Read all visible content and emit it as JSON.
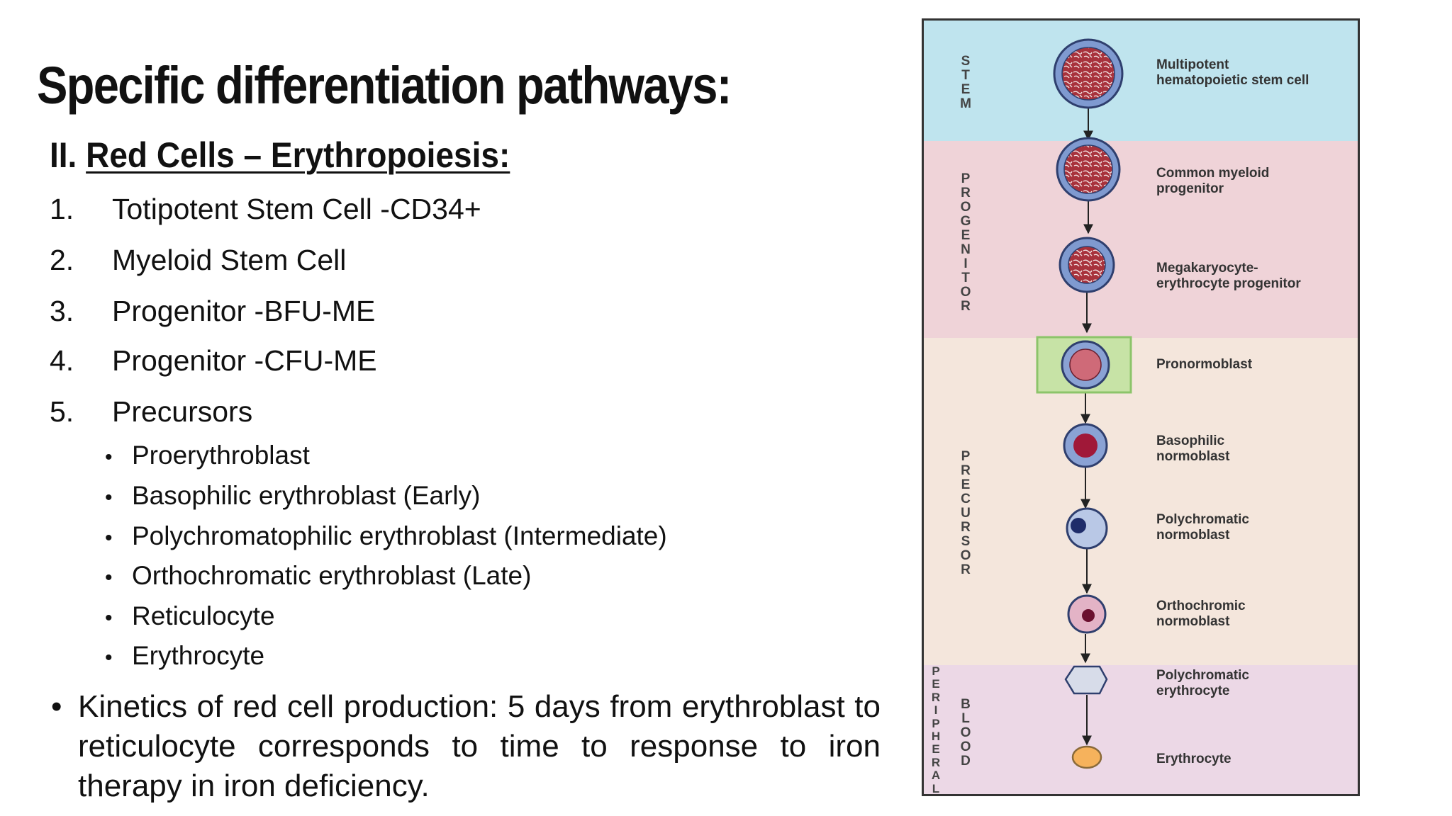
{
  "slide": {
    "title": "Specific differentiation pathways:",
    "subtitle_prefix": "II. ",
    "subtitle": "Red Cells – Erythropoiesis:",
    "numbered": [
      {
        "n": "1.",
        "text": "Totipotent Stem Cell -CD34+"
      },
      {
        "n": "2.",
        "text": "Myeloid Stem Cell"
      },
      {
        "n": "3.",
        "text": "Progenitor -BFU-ME"
      },
      {
        "n": "4.",
        "text": "Progenitor -CFU-ME"
      },
      {
        "n": "5.",
        "text": "Precursors"
      }
    ],
    "bullets": [
      "Proerythroblast",
      "Basophilic erythroblast (Early)",
      "Polychromatophilic erythroblast (Intermediate)",
      "Orthochromatic erythroblast (Late)",
      "Reticulocyte",
      "Erythrocyte"
    ],
    "bullet_glyph": "•",
    "kinetics": "Kinetics of red cell production: 5 days from erythroblast to reticulocyte corresponds to time to response to iron therapy in iron deficiency."
  },
  "diagram": {
    "sections": {
      "stem": "STEM",
      "progenitor": "PROGENITOR",
      "precursor": "PRECURSOR",
      "peripheral": "PERIPHERAL",
      "blood": "BLOOD"
    },
    "cells": [
      "Multipotent\nhematopoietic stem cell",
      "Common myeloid\nprogenitor",
      "Megakaryocyte-\nerythrocyte progenitor",
      "Pronormoblast",
      "Basophilic\nnormoblast",
      "Polychromatic\nnormoblast",
      "Orthochromic\nnormoblast",
      "Polychromatic\nerythrocyte",
      "Erythrocyte"
    ]
  }
}
